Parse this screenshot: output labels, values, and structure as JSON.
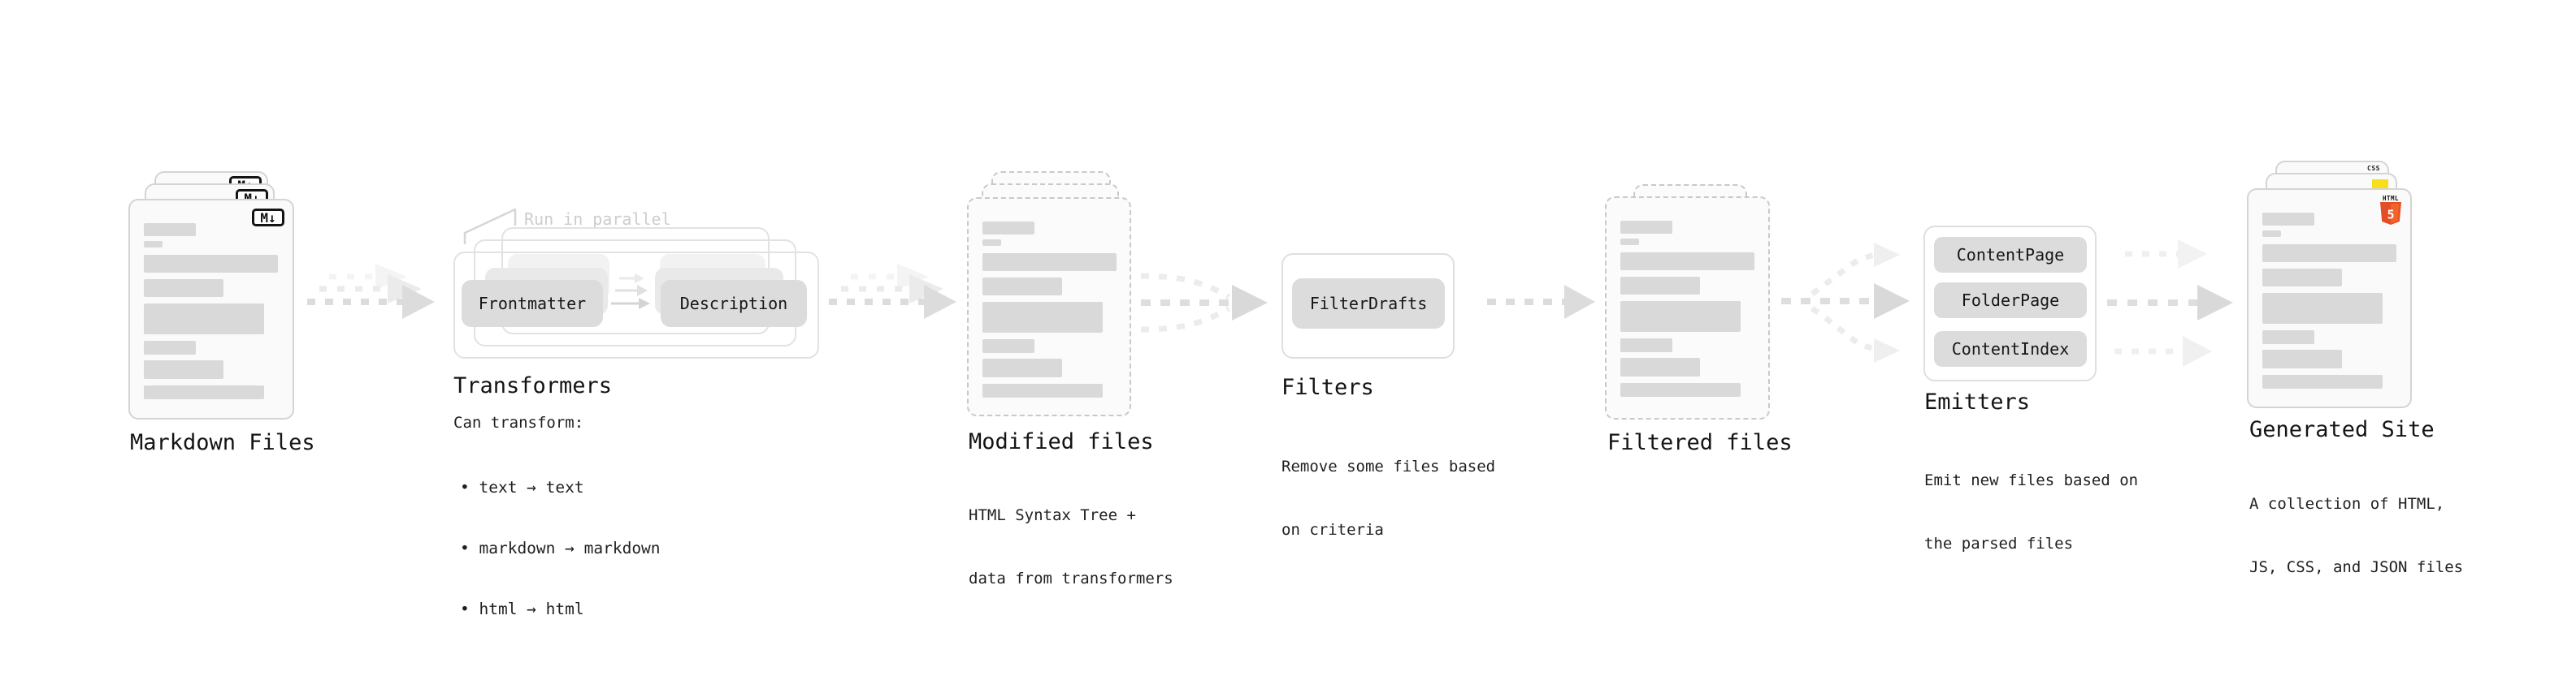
{
  "markdown_files": {
    "title": "Markdown Files",
    "badge": "M↓"
  },
  "transformers": {
    "annotation": "Run in parallel",
    "pills": [
      "Frontmatter",
      "Description"
    ],
    "title": "Transformers",
    "subtitle": "Can transform:",
    "bullets": [
      "• text → text",
      "• markdown → markdown",
      "• html → html"
    ]
  },
  "modified_files": {
    "title": "Modified files",
    "description": [
      "HTML Syntax Tree +",
      "data from transformers"
    ]
  },
  "filters": {
    "pill": "FilterDrafts",
    "title": "Filters",
    "description": [
      "Remove some files based",
      "on criteria"
    ]
  },
  "filtered_files": {
    "title": "Filtered files"
  },
  "emitters": {
    "pills": [
      "ContentPage",
      "FolderPage",
      "ContentIndex"
    ],
    "title": "Emitters",
    "description": [
      "Emit new files based on",
      "the parsed files"
    ]
  },
  "generated_site": {
    "title": "Generated Site",
    "description": [
      "A collection of HTML,",
      "JS, CSS, and JSON files"
    ],
    "badges": {
      "css": "CSS",
      "html_label": "HTML",
      "html_number": "5"
    }
  },
  "colors": {
    "html5_orange": "#e44d26",
    "html5_orange_light": "#f16529",
    "js_yellow": "#f7df1e",
    "css_blue": "#2965f1",
    "placeholder_bar": "#d9d9d9",
    "pill_gray": "#dcdcdc",
    "arrow_gray": "#d9d9d9",
    "annotation_gray": "#cdcdcd"
  }
}
